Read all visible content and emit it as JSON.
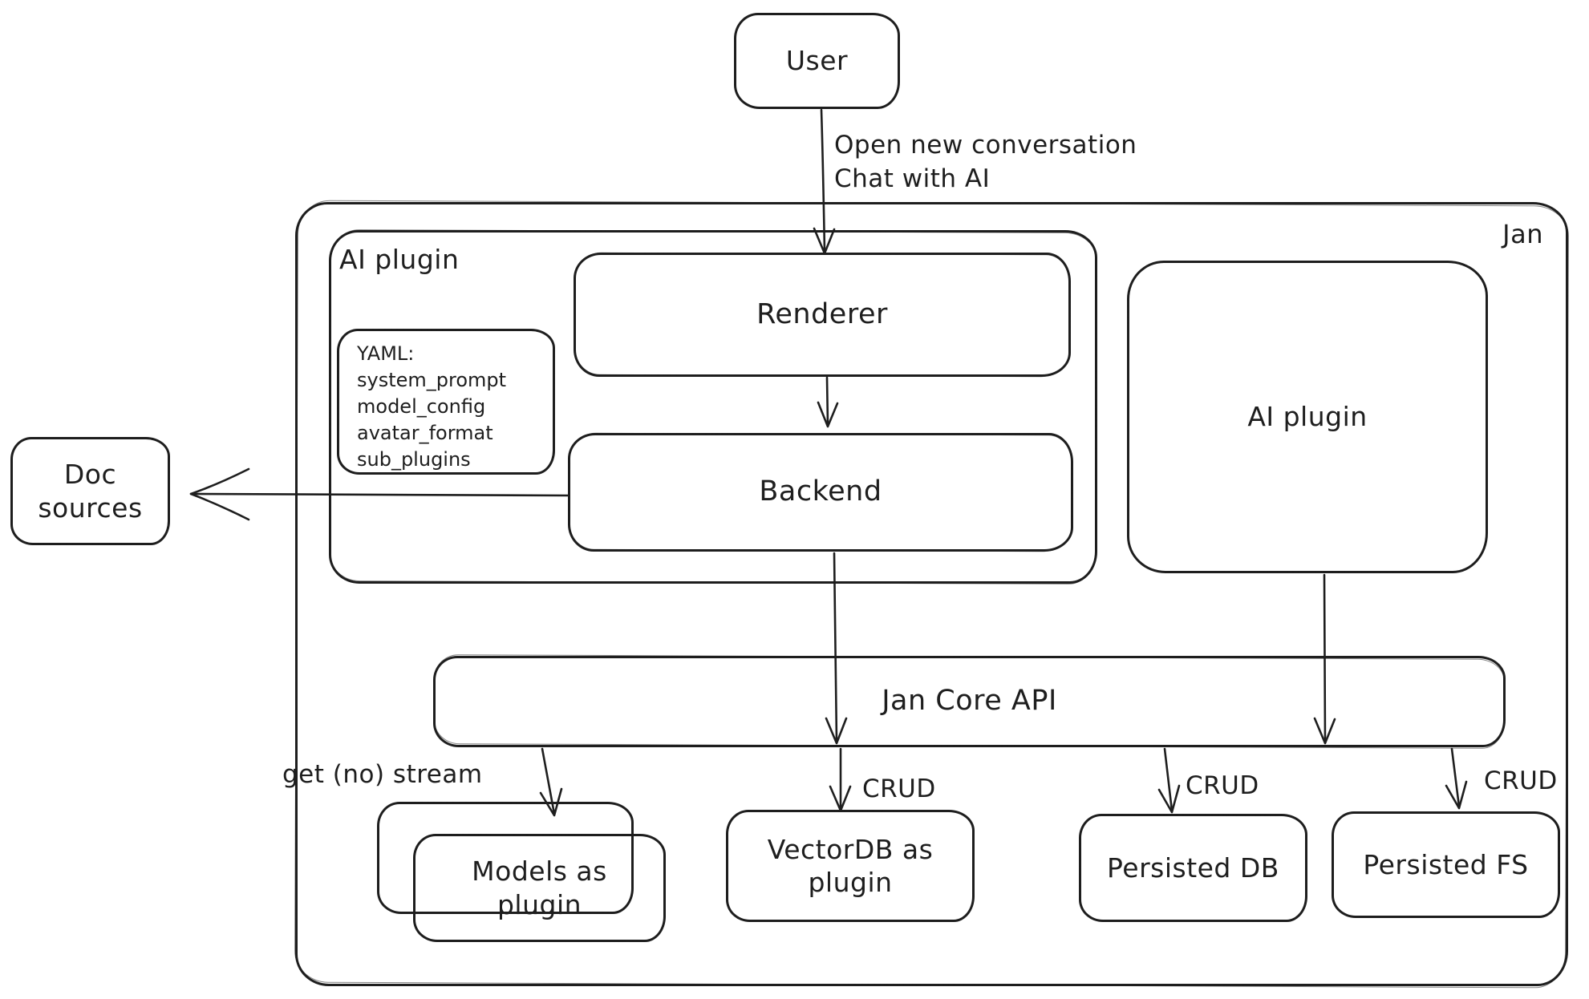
{
  "canvas": {
    "background": "#ffffff",
    "stroke_color": "#1e1e1e"
  },
  "nodes": {
    "user": {
      "label": "User"
    },
    "jan_container": {
      "label": "Jan"
    },
    "ai_plugin_container": {
      "label": "AI plugin"
    },
    "renderer": {
      "label": "Renderer"
    },
    "yaml_note": {
      "title": "YAML:",
      "lines": [
        "system_prompt",
        "model_config",
        "avatar_format",
        "sub_plugins"
      ]
    },
    "backend": {
      "label": "Backend"
    },
    "ai_plugin_right": {
      "label": "AI plugin"
    },
    "doc_sources": {
      "label": "Doc sources"
    },
    "jan_core_api": {
      "label": "Jan Core API"
    },
    "models_as_plugin": {
      "label": "Models as plugin"
    },
    "vectordb_as_plugin": {
      "label": "VectorDB as plugin"
    },
    "persisted_db": {
      "label": "Persisted DB"
    },
    "persisted_fs": {
      "label": "Persisted FS"
    }
  },
  "edges": {
    "user_to_renderer": {
      "label_line1": "Open new conversation",
      "label_line2": "Chat with AI"
    },
    "jan_core_to_models": {
      "label": "get (no) stream"
    },
    "jan_core_to_vectordb": {
      "label": "CRUD"
    },
    "jan_core_to_persisted_db": {
      "label": "CRUD"
    },
    "jan_core_to_persisted_fs": {
      "label": "CRUD"
    }
  }
}
